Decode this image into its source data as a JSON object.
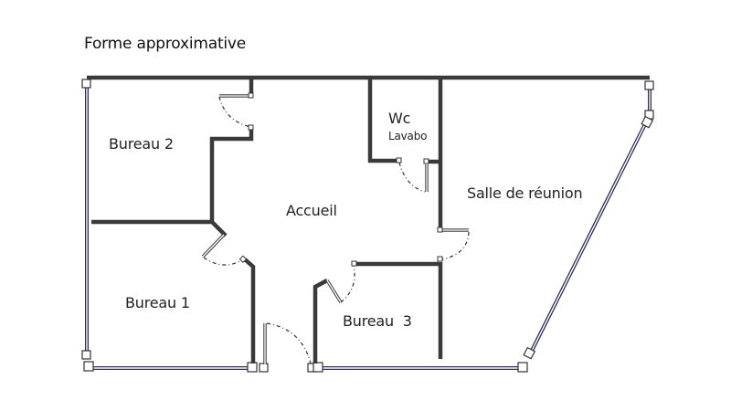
{
  "title": "Forme approximative",
  "rooms": {
    "bureau2": {
      "label": "Bureau 2"
    },
    "bureau1": {
      "label": "Bureau 1"
    },
    "bureau3": {
      "label": "Bureau  3"
    },
    "accueil": {
      "label": "Accueil"
    },
    "wc": {
      "label": "Wc",
      "sublabel": "Lavabo"
    },
    "salle_reunion": {
      "label": "Salle de réunion"
    }
  },
  "colors": {
    "wall_interior": "#3a3a3a",
    "wall_exterior": "#2e2e5a",
    "door_swing": "#333333",
    "background": "#ffffff"
  }
}
